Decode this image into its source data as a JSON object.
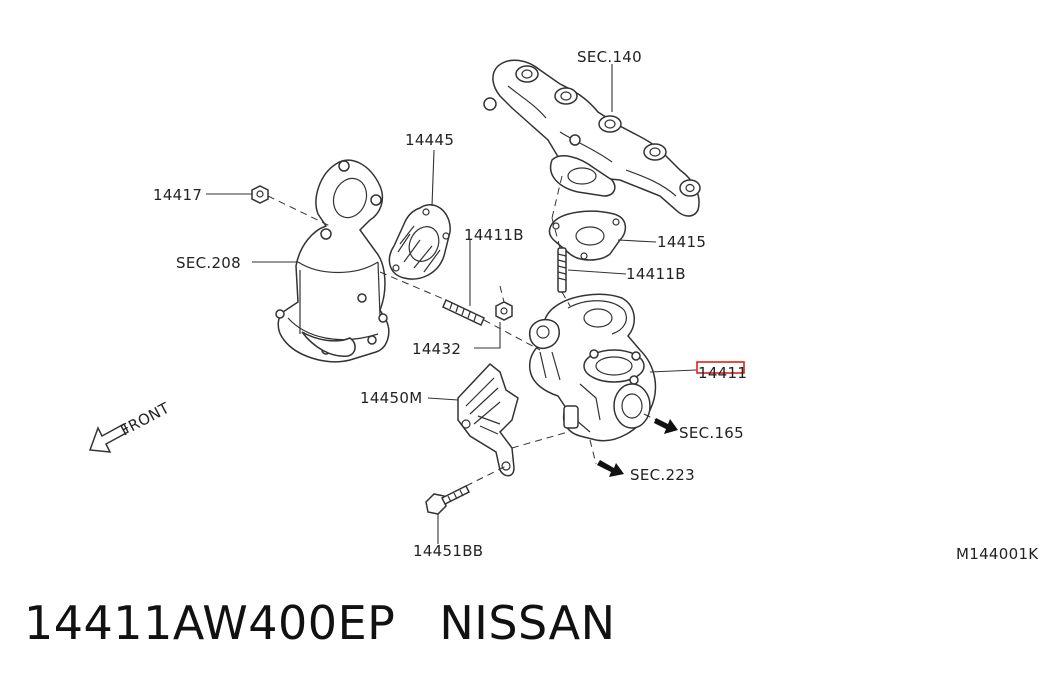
{
  "diagram": {
    "labels": {
      "sec140": "SEC.140",
      "p14445": "14445",
      "p14417": "14417",
      "p14411b_top": "14411B",
      "sec208": "SEC.208",
      "p14415": "14415",
      "p14411b_right": "14411B",
      "p14432": "14432",
      "p14411": "14411",
      "p14450m": "14450M",
      "sec165": "SEC.165",
      "sec223": "SEC.223",
      "p14451bb": "14451BB",
      "front": "FRONT",
      "code": "M144001K"
    },
    "highlight_color": "#e0201b"
  },
  "caption": {
    "part_number": "14411AW400EP",
    "brand": "NISSAN"
  }
}
